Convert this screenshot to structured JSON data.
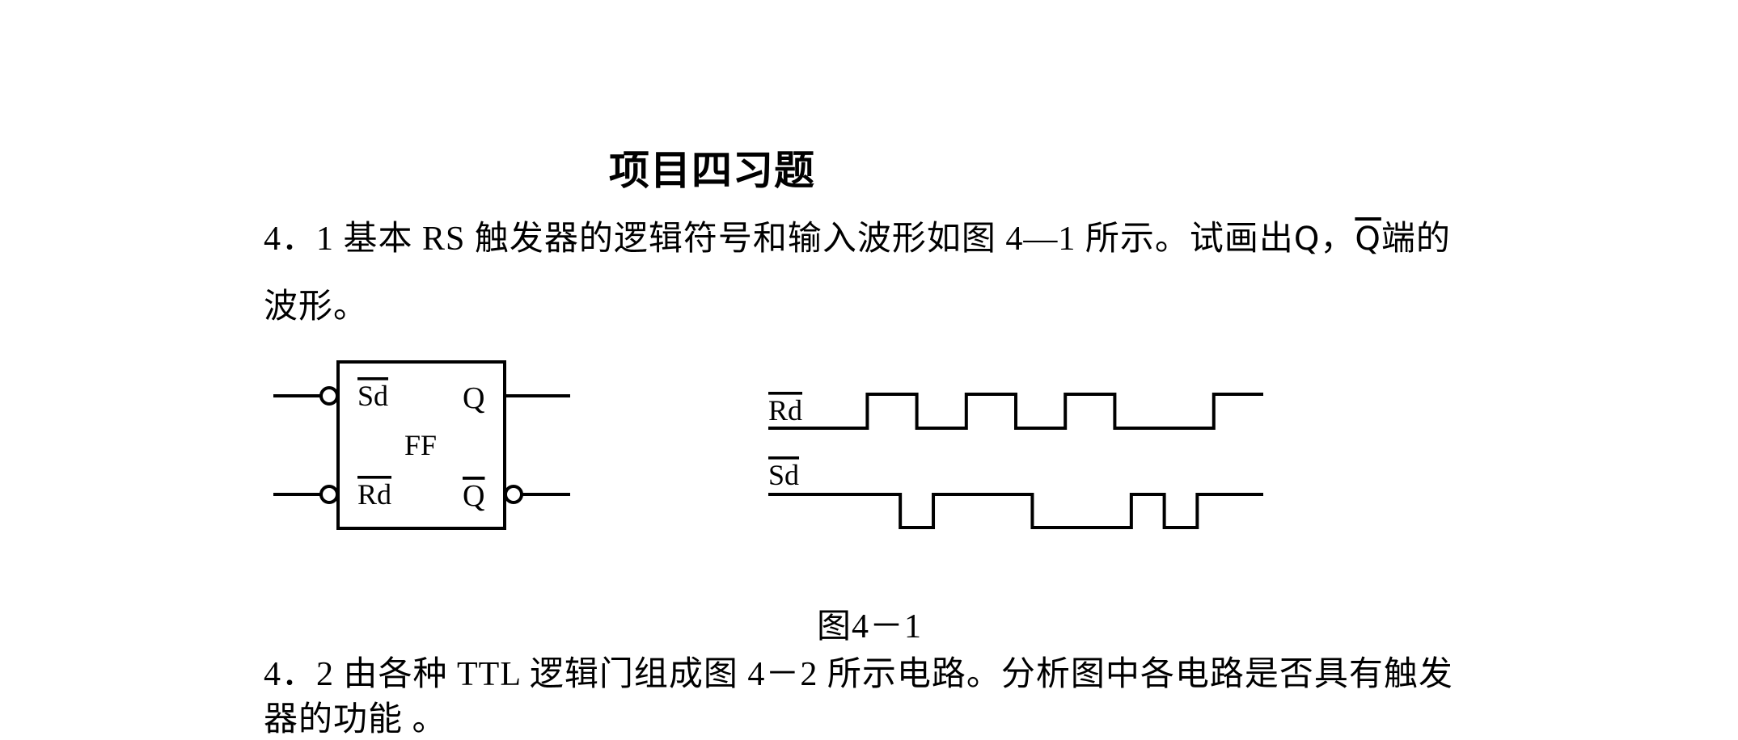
{
  "title": "项目四习题",
  "problem1": {
    "number": "4．1",
    "text_before": " 基本 RS 触发器的逻辑符号和输入波形如图 4—1 所示。试画出",
    "q_symbol": "Q",
    "separator": "，",
    "qbar_symbol": "Q",
    "text_after": "端的",
    "line2": "波形。"
  },
  "figure1": {
    "ff_label": "FF",
    "sd_label": "Sd",
    "rd_label": "Rd",
    "q_label": "Q",
    "qbar_label": "Q",
    "wave_rd_label": "Rd",
    "wave_sd_label": "Sd",
    "rd_levels": [
      0,
      1,
      0,
      1,
      0,
      1,
      0,
      1
    ],
    "rd_edges": [
      0,
      1,
      1.5,
      2,
      2.5,
      3,
      3.5,
      4.5,
      5
    ],
    "sd_levels": [
      1,
      0,
      1,
      0,
      1,
      0,
      1
    ],
    "sd_edges": [
      0,
      1.333,
      1.667,
      2.667,
      3.667,
      4,
      4.333,
      5
    ]
  },
  "caption": "图4－1",
  "problem2": {
    "number": "4．2",
    "text": " 由各种 TTL 逻辑门组成图 4－2 所示电路。分析图中各电路是否具有触发",
    "line2": "器的功能 。"
  }
}
